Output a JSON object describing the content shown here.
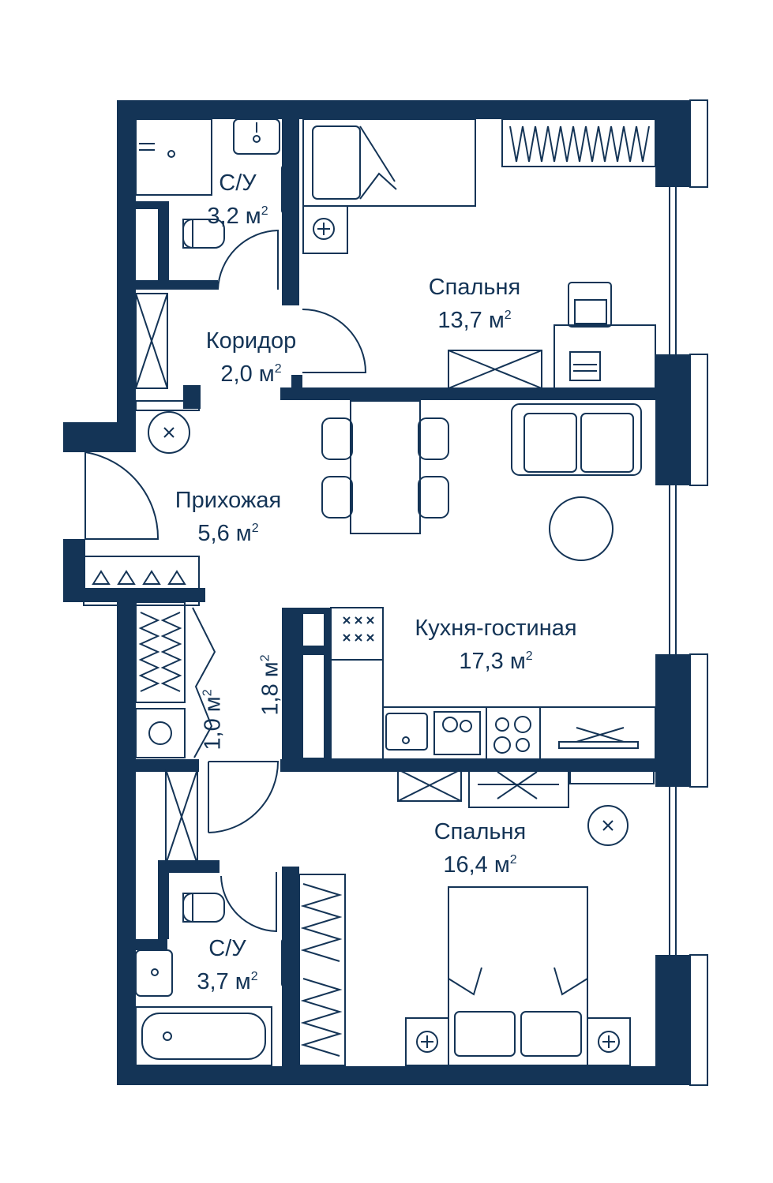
{
  "colors": {
    "wall": "#143456",
    "line": "#143456",
    "background": "#ffffff"
  },
  "rooms": [
    {
      "name": "С/У",
      "area": "3,2 м",
      "unit_sup": "2"
    },
    {
      "name": "Коридор",
      "area": "2,0 м",
      "unit_sup": "2"
    },
    {
      "name": "Спальня",
      "area": "13,7 м",
      "unit_sup": "2"
    },
    {
      "name": "Прихожая",
      "area": "5,6 м",
      "unit_sup": "2"
    },
    {
      "name": "Кухня-гостиная",
      "area": "17,3 м",
      "unit_sup": "2"
    },
    {
      "name": "Спальня",
      "area": "16,4 м",
      "unit_sup": "2"
    },
    {
      "name": "С/У",
      "area": "3,7 м",
      "unit_sup": "2"
    }
  ],
  "closets": [
    {
      "area": "1,0 м",
      "unit_sup": "2"
    },
    {
      "area": "1,8 м",
      "unit_sup": "2"
    }
  ],
  "icons": [
    "shower-icon",
    "sink-icon",
    "toilet-icon",
    "bathtub-icon",
    "bed-icon",
    "sofa-icon",
    "dining-table-icon",
    "chair-icon",
    "round-table-icon",
    "stove-icon",
    "washing-machine-icon",
    "wardrobe-icon",
    "hanger-icon",
    "ceiling-lamp-icon",
    "laptop-icon",
    "tv-icon",
    "window-icon",
    "door-icon"
  ]
}
